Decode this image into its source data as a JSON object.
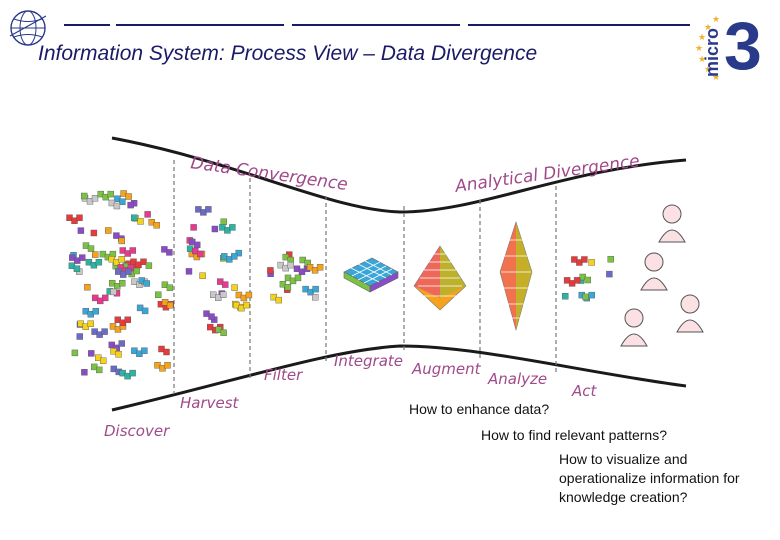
{
  "slide": {
    "title": "Information System: Process View – Data Divergence"
  },
  "logo": {
    "word": "micro",
    "numeral": "3"
  },
  "stages": {
    "discover": "Discover",
    "harvest": "Harvest",
    "filter": "Filter",
    "integrate": "Integrate",
    "augment": "Augment",
    "analyze": "Analyze",
    "act": "Act",
    "data_convergence": "Data Convergence",
    "analytical_divergence": "Analytical Divergence"
  },
  "questions": {
    "enhance": "How  to enhance data?",
    "patterns": "How to find relevant patterns?",
    "visualize": "How to visualize and  operationalize information for knowledge creation?"
  },
  "colors": {
    "title": "#1a1a66",
    "handwriting": "#a04a8a",
    "block_palette": [
      "#7cc242",
      "#e8398f",
      "#3aa6d8",
      "#f6a21a",
      "#8a4bc8",
      "#f5d21a",
      "#2bb3a3",
      "#e83a3a",
      "#6a6ac8",
      "#c8c8c8"
    ]
  }
}
